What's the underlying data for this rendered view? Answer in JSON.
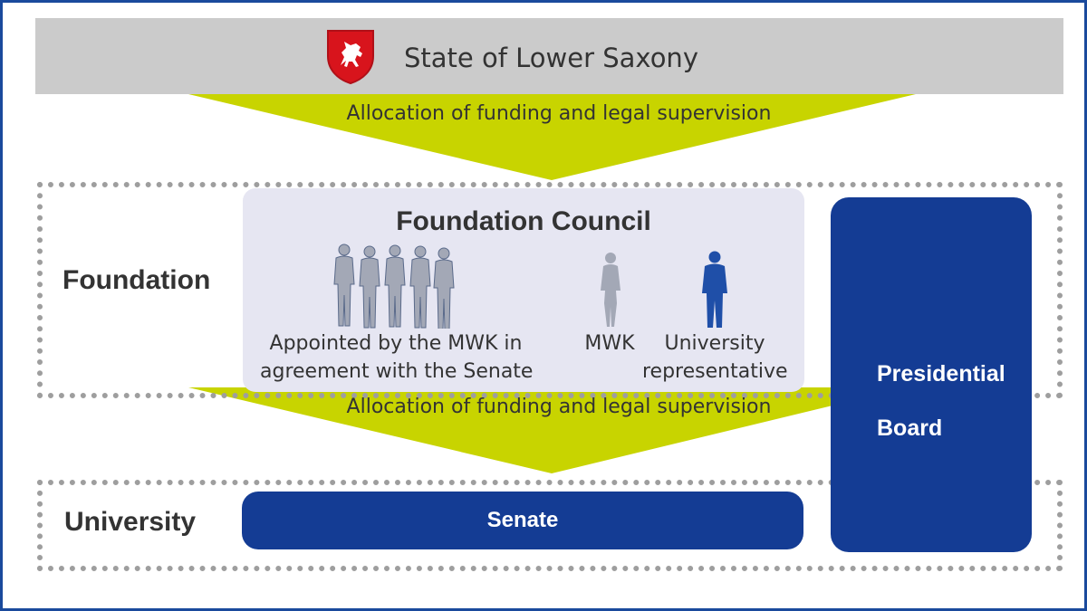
{
  "state": {
    "title": "State of Lower Saxony",
    "arrow_label": "Allocation of funding and legal supervision"
  },
  "foundation": {
    "label": "Foundation",
    "council": {
      "title": "Foundation Council",
      "groups": [
        {
          "label_lines": [
            "Appointed by the MWK in",
            "agreement with the Senate"
          ],
          "figure_count": 5,
          "figure_color": "#a3a8b6"
        },
        {
          "label_lines": [
            "MWK"
          ],
          "figure_count": 1,
          "figure_color": "#a3a8b6"
        },
        {
          "label_lines": [
            "University",
            "representative"
          ],
          "figure_count": 1,
          "figure_color": "#1f4fa8"
        }
      ]
    },
    "arrow_label": "Allocation of funding and legal supervision"
  },
  "university": {
    "label": "University",
    "senate_label": "Senate"
  },
  "presidential_board": {
    "label_lines": [
      "Presidential",
      "Board"
    ]
  },
  "colors": {
    "arrow": "#c8d400",
    "primary_blue": "#143c94",
    "state_bar": "#cbcbcb",
    "dots": "#9e9e9e",
    "council_panel": "#e6e6f2"
  },
  "icons": {
    "state_emblem": "saxony-horse-coat-of-arms-icon"
  }
}
